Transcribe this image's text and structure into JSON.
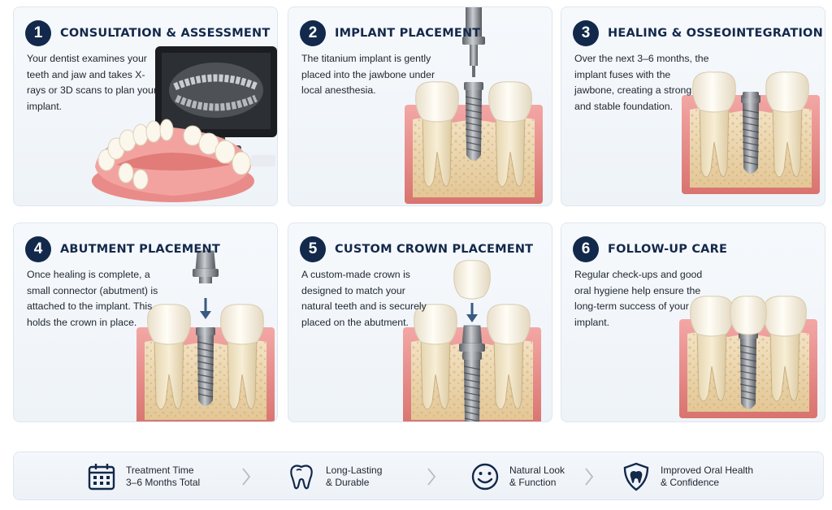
{
  "steps": [
    {
      "number": "1",
      "title": "CONSULTATION & ASSESSMENT",
      "description": "Your dentist examines your teeth and jaw and takes X-rays or 3D scans to plan your implant."
    },
    {
      "number": "2",
      "title": "IMPLANT PLACEMENT",
      "description": "The titanium implant is gently placed into the jawbone under local anesthesia."
    },
    {
      "number": "3",
      "title": "HEALING & OSSEOINTEGRATION",
      "description": "Over the next 3–6 months, the implant fuses with the jawbone, creating a strong and stable foundation."
    },
    {
      "number": "4",
      "title": "ABUTMENT PLACEMENT",
      "description": "Once healing is complete, a small connector (abutment) is attached to the implant. This holds the crown in place."
    },
    {
      "number": "5",
      "title": "CUSTOM CROWN PLACEMENT",
      "description": "A custom-made crown is designed to match your natural teeth and is securely placed on the abutment."
    },
    {
      "number": "6",
      "title": "FOLLOW-UP CARE",
      "description": "Regular check-ups and good oral hygiene help ensure the long-term success of your implant."
    }
  ],
  "features": [
    {
      "icon": "calendar-icon",
      "line1": "Treatment Time",
      "line2": "3–6 Months Total"
    },
    {
      "icon": "tooth-icon",
      "line1": "Long-Lasting",
      "line2": "& Durable"
    },
    {
      "icon": "smile-icon",
      "line1": "Natural Look",
      "line2": "& Function"
    },
    {
      "icon": "shield-tooth-icon",
      "line1": "Improved Oral Health",
      "line2": "& Confidence"
    }
  ],
  "colors": {
    "navy": "#13294b",
    "gum": "#e88e8e",
    "bone": "#ecd7b4",
    "tooth": "#f7f1e3",
    "metal": "#8a8d92"
  }
}
